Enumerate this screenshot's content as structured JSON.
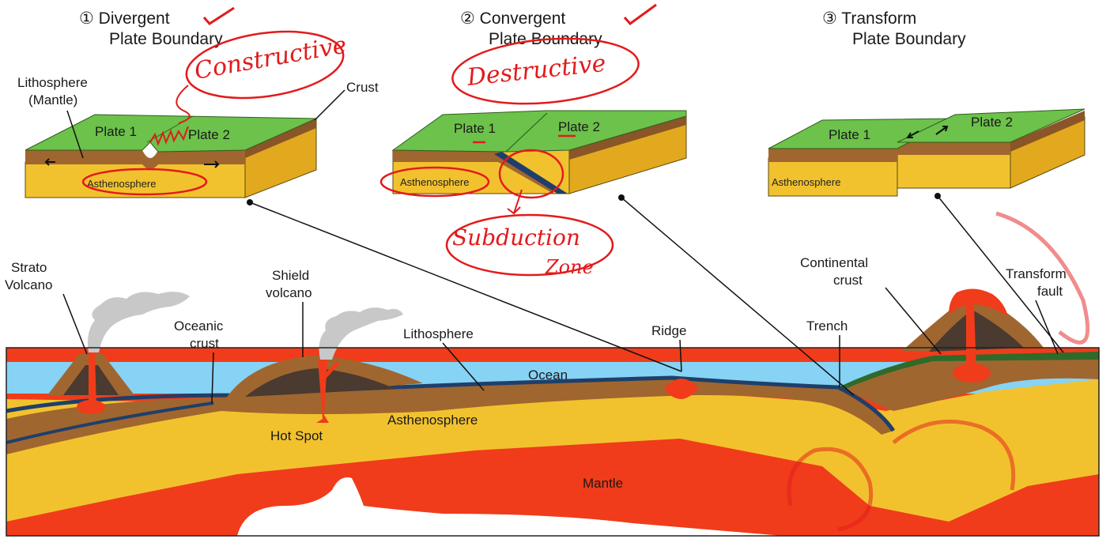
{
  "panels": {
    "divergent": {
      "number": "①",
      "title_line1": "Divergent",
      "title_line2": "Plate Boundary",
      "plate1": "Plate 1",
      "plate2": "Plate 2",
      "asthenosphere": "Asthenosphere",
      "lithosphere_label_1": "Lithosphere",
      "lithosphere_label_2": "(Mantle)",
      "crust_label": "Crust",
      "annotation": "Constructive"
    },
    "convergent": {
      "number": "②",
      "title_line1": "Convergent",
      "title_line2": "Plate Boundary",
      "plate1": "Plate 1",
      "plate2": "Plate 2",
      "asthenosphere": "Asthenosphere",
      "annotation": "Destructive",
      "annotation_subduction_1": "Subduction",
      "annotation_subduction_2": "Zone"
    },
    "transform": {
      "number": "③",
      "title_line1": "Transform",
      "title_line2": "Plate Boundary",
      "plate1": "Plate 1",
      "plate2": "Plate 2",
      "asthenosphere": "Asthenosphere"
    }
  },
  "cross_section": {
    "strato_1": "Strato",
    "strato_2": "Volcano",
    "shield_1": "Shield",
    "shield_2": "volcano",
    "oceanic_1": "Oceanic",
    "oceanic_2": "crust",
    "lithosphere": "Lithosphere",
    "ridge": "Ridge",
    "ocean": "Ocean",
    "trench": "Trench",
    "continental_1": "Continental",
    "continental_2": "crust",
    "transform_1": "Transform",
    "transform_2": "fault",
    "asthenosphere": "Asthenosphere",
    "hot_spot": "Hot Spot",
    "mantle": "Mantle"
  },
  "colors": {
    "plate_top": "#6cc24a",
    "asthenosphere": "#f2c22e",
    "lithosphere": "#a0662f",
    "mantle": "#f03c1a",
    "ocean": "#86d3f5",
    "oceanic_crust": "#1f3f6b",
    "annotation": "#e31a1c"
  }
}
